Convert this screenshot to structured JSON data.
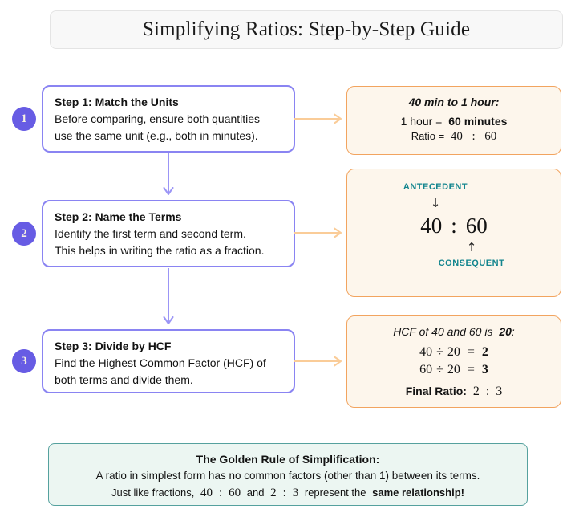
{
  "title": {
    "text": "Simplifying Ratios: Step-by-Step Guide"
  },
  "colors": {
    "badge_purple": "#675ce4",
    "step_border_purple": "#8a84f2",
    "flow_arrow_purple": "#9b95f6",
    "example_border_orange": "#f2a45f",
    "example_fill_cream": "#fdf6ec",
    "flow_arrow_orange": "#facc98",
    "rule_border_teal": "#55a19e",
    "rule_fill_mint": "#ecf6f2",
    "term_label_teal": "#13858e"
  },
  "steps": [
    {
      "badge": "1",
      "heading": "Step 1: Match the Units",
      "line1": "Before comparing, ensure both quantities",
      "line2": "use the same unit (e.g., both in minutes)."
    },
    {
      "badge": "2",
      "heading": "Step 2: Name the Terms",
      "line1": "Identify the first term and second term.",
      "line2": "This helps in writing the ratio as a fraction."
    },
    {
      "badge": "3",
      "heading": "Step 3: Divide by HCF",
      "line1": "Find the Highest Common Factor (HCF) of",
      "line2": "both terms and divide them."
    }
  ],
  "example1": {
    "heading": "40 min to 1 hour:",
    "conversion_prefix": "1 hour =",
    "conversion_bold": "60 minutes",
    "ratio_label": "Ratio =",
    "first_term": "40",
    "colon": ":",
    "second_term": "60"
  },
  "example2": {
    "antecedent": "ANTECEDENT",
    "down_arrow": "↓",
    "first_term": "40",
    "colon": ":",
    "second_term": "60",
    "up_arrow": "↑",
    "consequent": "CONSEQUENT"
  },
  "example3": {
    "heading_prefix": "HCF of 40 and 60 is",
    "heading_bold": "20",
    "heading_suffix": ":",
    "eq1_a": "40",
    "eq1_op": "÷",
    "eq1_b": "20",
    "eq1_eq": "=",
    "eq1_result": "2",
    "eq2_a": "60",
    "eq2_op": "÷",
    "eq2_b": "20",
    "eq2_eq": "=",
    "eq2_result": "3",
    "final_label": "Final Ratio:",
    "final_first": "2",
    "final_colon": ":",
    "final_second": "3"
  },
  "golden_rule": {
    "heading": "The Golden Rule of Simplification:",
    "line1": "A ratio in simplest form has no common factors (other than 1) between its terms.",
    "line2_prefix": "Just like fractions,",
    "ratio1_first": "40",
    "ratio1_colon": ":",
    "ratio1_second": "60",
    "line2_and": "and",
    "ratio2_first": "2",
    "ratio2_colon": ":",
    "ratio2_second": "3",
    "line2_mid": "represent the",
    "line2_bold": "same relationship!"
  }
}
